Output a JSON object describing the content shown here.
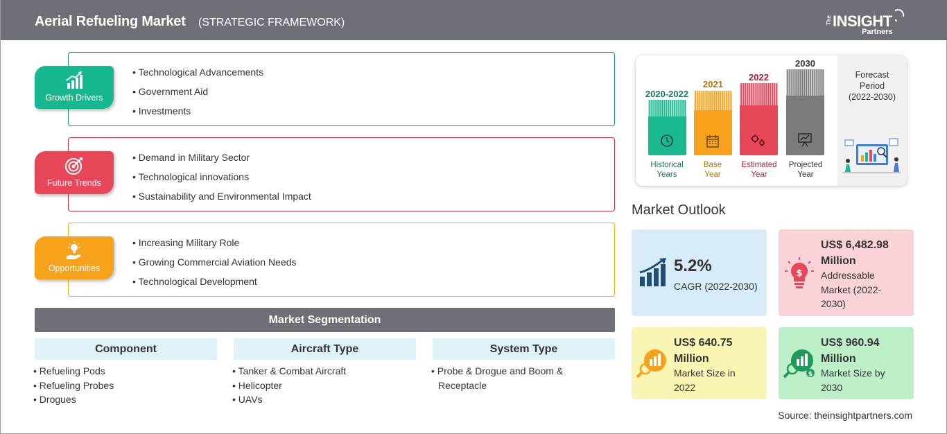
{
  "header": {
    "title": "Aerial Refueling Market",
    "subtitle": "(STRATEGIC FRAMEWORK)",
    "logo": {
      "the": "The",
      "insight": "INSIGHT",
      "partners": "Partners"
    }
  },
  "framework": [
    {
      "badge": "Growth Drivers",
      "icon": "growth-chart-icon",
      "color": "#17b890",
      "items": [
        "Technological Advancements",
        "Government Aid",
        "Investments"
      ]
    },
    {
      "badge": "Future Trends",
      "icon": "target-icon",
      "color": "#e8475a",
      "items": [
        "Demand in Military Sector",
        "Technological innovations",
        "Sustainability and Environmental Impact"
      ]
    },
    {
      "badge": "Opportunities",
      "icon": "lightbulb-hand-icon",
      "color": "#f7a21b",
      "items": [
        "Increasing Military Role",
        "Growing Commercial Aviation Needs",
        "Technological Development"
      ]
    }
  ],
  "segmentation": {
    "title": "Market Segmentation",
    "columns": [
      {
        "title": "Component",
        "items": [
          "Refueling Pods",
          "Refueling Probes",
          "Drogues"
        ]
      },
      {
        "title": "Aircraft Type",
        "items": [
          "Tanker & Combat Aircraft",
          "Helicopter",
          "UAVs"
        ]
      },
      {
        "title": "System Type",
        "items": [
          "Probe & Drogue and Boom & Receptacle"
        ]
      }
    ]
  },
  "timeline": {
    "columns": [
      {
        "year": "2020-2022",
        "label_line1": "Historical",
        "label_line2": "Years",
        "color": "#19b98f",
        "year_color": "#137a60",
        "icon": "clock-history-icon"
      },
      {
        "year": "2021",
        "label_line1": "Base",
        "label_line2": "Year",
        "color": "#f7a21b",
        "year_color": "#b8730a",
        "icon": "calendar-icon"
      },
      {
        "year": "2022",
        "label_line1": "Estimated",
        "label_line2": "Year",
        "color": "#e8475a",
        "year_color": "#b21d31",
        "icon": "gears-icon"
      },
      {
        "year": "2030",
        "label_line1": "Projected",
        "label_line2": "Year",
        "color": "#7a7a7a",
        "year_color": "#333333",
        "icon": "presentation-icon"
      }
    ],
    "forecast_line1": "Forecast",
    "forecast_line2": "Period",
    "forecast_line3": "(2022-2030)"
  },
  "outlook": {
    "title": "Market Outlook",
    "cagr_value": "5.2%",
    "cagr_label": "CAGR (2022-2030)",
    "addressable_value_line1": "US$ 6,482.98",
    "addressable_value_line2": "Million",
    "addressable_desc_line1": "Addressable",
    "addressable_desc_line2": "Market (2022-",
    "addressable_desc_line3": "2030)",
    "size2022_value_line1": "US$ 640.75",
    "size2022_value_line2": "Million",
    "size2022_desc_line1": "Market Size in",
    "size2022_desc_line2": "2022",
    "size2030_value_line1": "US$ 960.94",
    "size2030_value_line2": "Million",
    "size2030_desc_line1": "Market Size by",
    "size2030_desc_line2": "2030",
    "colors": {
      "cagr_bg": "#d8ebf8",
      "addressable_bg": "#f9d3d8",
      "size2022_bg": "#fbf6b3",
      "size2030_bg": "#bdf0c9"
    }
  },
  "source": "Source: theinsightpartners.com"
}
